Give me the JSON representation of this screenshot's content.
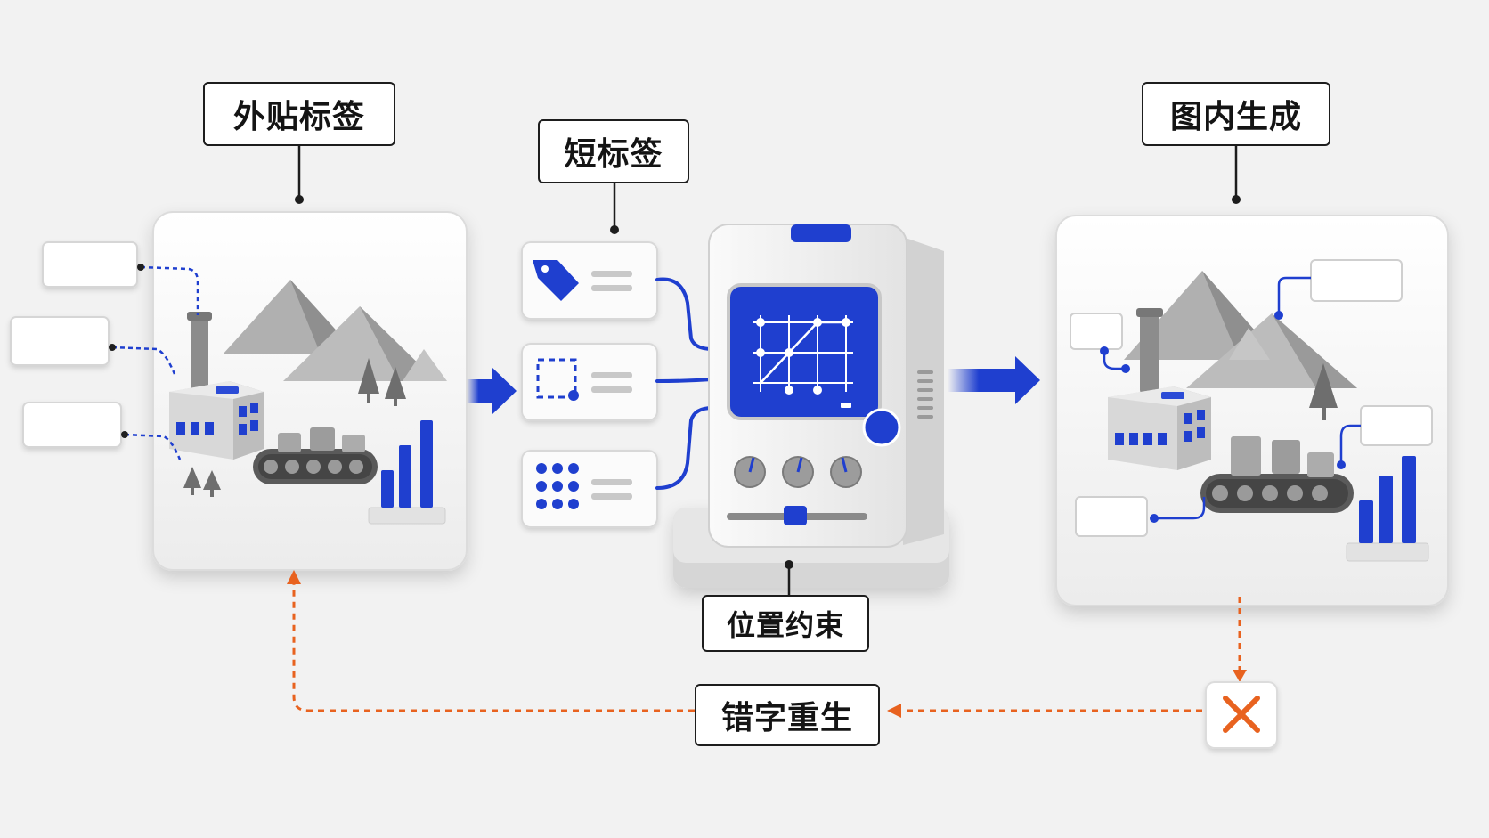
{
  "labels": {
    "external_label": "外贴标签",
    "short_label": "短标签",
    "in_image_generation": "图内生成",
    "position_constraint": "位置约束",
    "typo_regenerate": "错字重生"
  },
  "colors": {
    "accent_blue": "#1f3fcf",
    "feedback_orange": "#e8621f",
    "panel_white": "#fdfdfd",
    "mountain_grey": "#a9a9a9",
    "outline_dark": "#1d1d1d"
  },
  "icons": {
    "tag": "tag-icon",
    "bounding_box": "bounding-box-icon",
    "grid_dots": "grid-dots-icon",
    "reject": "x-mark-icon"
  }
}
